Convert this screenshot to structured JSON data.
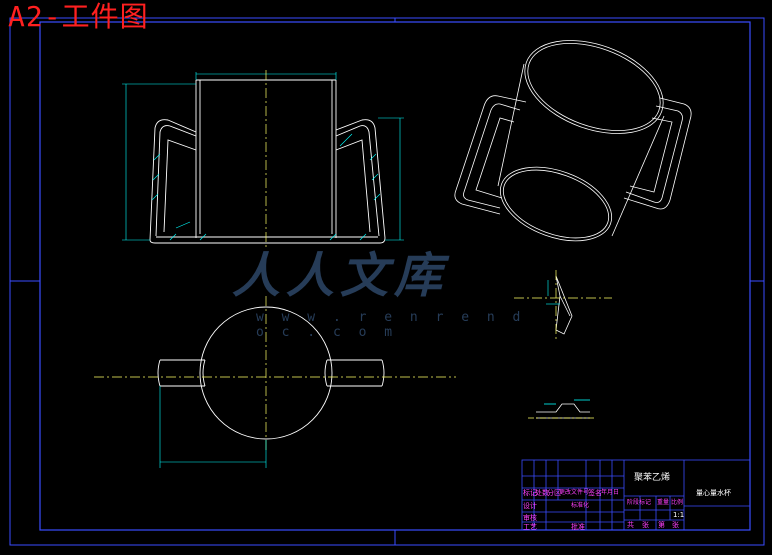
{
  "sheet": {
    "title": "A2-工件图"
  },
  "watermark": {
    "text": "人人文库",
    "url": "w w w . r e n r e n d o c . c o m"
  },
  "title_block": {
    "material": "聚苯乙烯",
    "part_name": "量心量水杯",
    "scale": "1:1",
    "labels": [
      "标记",
      "处数",
      "分区",
      "更改文件号",
      "签名",
      "年月日",
      "设计",
      "标准化",
      "阶段标记",
      "重量",
      "比例",
      "审核",
      "工艺",
      "批准",
      "共",
      "张",
      "第",
      "张"
    ]
  },
  "colors": {
    "background": "#000000",
    "frame": "#3a4dff",
    "geometry": "#ffffff",
    "dimension": "#00ffff",
    "centerline": "#ffff66",
    "text_red": "#ff2020",
    "text_magenta": "#ff40ff"
  }
}
